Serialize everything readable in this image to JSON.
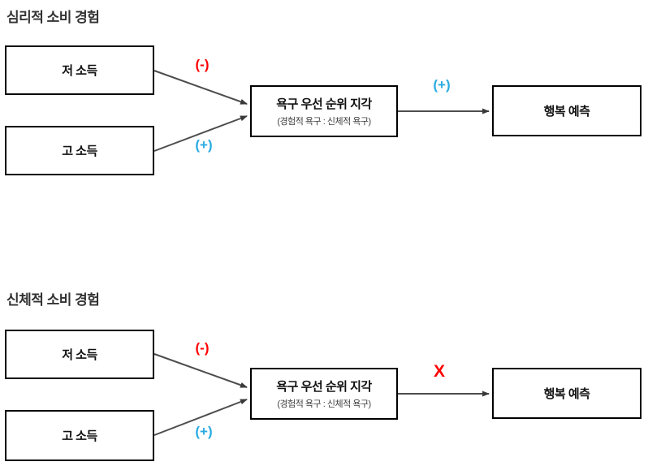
{
  "colors": {
    "negative_label": "#ff0000",
    "positive_label": "#29abe2",
    "arrow": "#4d4d4d",
    "box_border": "#000000",
    "heading_text": "#333333"
  },
  "sections": [
    {
      "title": "심리적 소비 경험",
      "predictor_low": "저 소득",
      "predictor_high": "고 소득",
      "mediator_title": "욕구 우선 순위 지각",
      "mediator_subtitle": "(경험적 욕구 : 신체적 욕구)",
      "outcome": "행복 예측",
      "path_low_label": "(-)",
      "path_high_label": "(+)",
      "path_outcome_label": "(+)"
    },
    {
      "title": "신체적 소비 경험",
      "predictor_low": "저 소득",
      "predictor_high": "고 소득",
      "mediator_title": "욕구 우선 순위 지각",
      "mediator_subtitle": "(경험적 욕구 : 신체적 욕구)",
      "outcome": "행복 예측",
      "path_low_label": "(-)",
      "path_high_label": "(+)",
      "path_outcome_label": "X"
    }
  ]
}
